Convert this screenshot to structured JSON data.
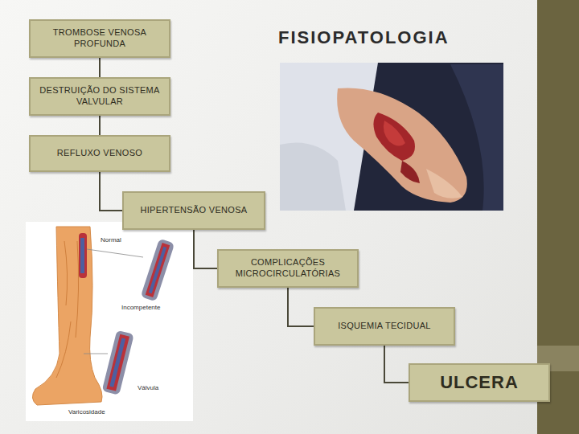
{
  "diagram": {
    "title": "FISIOPATOLOGIA",
    "nodes": [
      {
        "text": [
          "TROMBOSE VENOSA PROFUNDA"
        ]
      },
      {
        "text": [
          "DESTRUIÇÃO DO SISTEMA VALVULAR"
        ]
      },
      {
        "text": [
          "REFLUXO VENOSO"
        ]
      },
      {
        "text": [
          "HIPERTENSÃO VENOSA"
        ]
      },
      {
        "text": [
          "COMPLICAÇÕES MICROCIRCULATÓRIAS"
        ]
      },
      {
        "text": [
          "ISQUEMIA TECIDUAL"
        ]
      },
      {
        "text": [
          "ULCERA"
        ]
      }
    ],
    "edges": [
      {
        "from": 0,
        "to": 1,
        "arrow": "none"
      },
      {
        "from": 1,
        "to": 2,
        "arrow": "none"
      },
      {
        "from": 2,
        "to": 3,
        "arrow": "none"
      },
      {
        "from": 3,
        "to": 4,
        "arrow": "none"
      },
      {
        "from": 4,
        "to": 5,
        "arrow": "none"
      },
      {
        "from": 5,
        "to": 6,
        "arrow": "none"
      }
    ],
    "labels": [
      "Normal",
      "Incompetente",
      "Válvula",
      "Varicosidade"
    ]
  }
}
